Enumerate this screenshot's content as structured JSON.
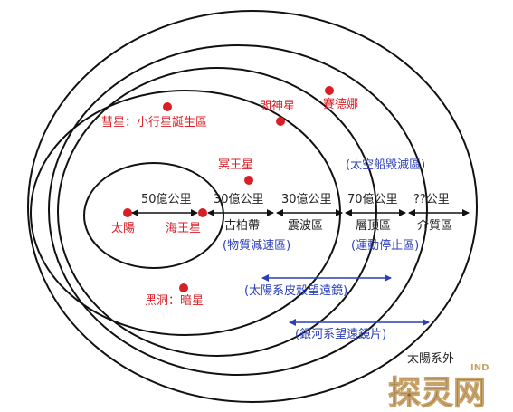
{
  "diagram": {
    "title": "太陽系外",
    "watermark": "探灵网",
    "watermark_small": "IND",
    "labels": {
      "sun": "太陽",
      "neptune": "海王星",
      "pluto": "冥王星",
      "comet": "彗星：小行星誕生區",
      "hades": "閻神星",
      "sedna": "賽德娜",
      "blackhole": "黑洞：暗星"
    },
    "zones": [
      {
        "distance": "50億公里",
        "name": ""
      },
      {
        "distance": "30億公里",
        "name": "古柏帶"
      },
      {
        "distance": "30億公里",
        "name": "震波區"
      },
      {
        "distance": "70億公里",
        "name": "層頂區"
      },
      {
        "distance": "??公里",
        "name": "介質區"
      }
    ],
    "blue_labels": {
      "decelerate": "(物質減速區)",
      "stopped": "(運動停止區)",
      "destroy": "(太空船毀滅區)",
      "skin_telescope": "(太陽系皮殼望遠鏡)",
      "galaxy_telescope": "(銀河系望遠鏡片)"
    },
    "colors": {
      "red": "#d91f26",
      "blue": "#2b3fb8",
      "black": "#222222"
    }
  }
}
